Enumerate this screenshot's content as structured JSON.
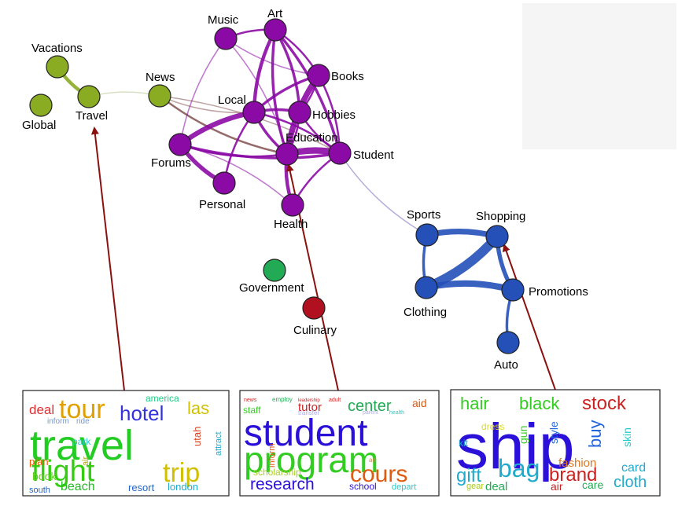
{
  "nodes": [
    {
      "id": "vacations",
      "label": "Vacations",
      "color": "#8aac22"
    },
    {
      "id": "global",
      "label": "Global",
      "color": "#8aac22"
    },
    {
      "id": "travel",
      "label": "Travel",
      "color": "#8aac22"
    },
    {
      "id": "news",
      "label": "News",
      "color": "#8aac22"
    },
    {
      "id": "music",
      "label": "Music",
      "color": "#8b0aa5"
    },
    {
      "id": "art",
      "label": "Art",
      "color": "#8b0aa5"
    },
    {
      "id": "books",
      "label": "Books",
      "color": "#8b0aa5"
    },
    {
      "id": "local",
      "label": "Local",
      "color": "#8b0aa5"
    },
    {
      "id": "hobbies",
      "label": "Hobbies",
      "color": "#8b0aa5"
    },
    {
      "id": "education",
      "label": "Education",
      "color": "#8b0aa5"
    },
    {
      "id": "student",
      "label": "Student",
      "color": "#8b0aa5"
    },
    {
      "id": "forums",
      "label": "Forums",
      "color": "#8b0aa5"
    },
    {
      "id": "personal",
      "label": "Personal",
      "color": "#8b0aa5"
    },
    {
      "id": "health",
      "label": "Health",
      "color": "#8b0aa5"
    },
    {
      "id": "government",
      "label": "Government",
      "color": "#22aa55"
    },
    {
      "id": "culinary",
      "label": "Culinary",
      "color": "#b01020"
    },
    {
      "id": "sports",
      "label": "Sports",
      "color": "#2450b8"
    },
    {
      "id": "shopping",
      "label": "Shopping",
      "color": "#2450b8"
    },
    {
      "id": "clothing",
      "label": "Clothing",
      "color": "#2450b8"
    },
    {
      "id": "promotions",
      "label": "Promotions",
      "color": "#2450b8"
    },
    {
      "id": "auto",
      "label": "Auto",
      "color": "#2450b8"
    }
  ],
  "edges": [
    {
      "source": "vacations",
      "target": "travel",
      "weight": 4
    },
    {
      "source": "travel",
      "target": "news",
      "weight": 1
    },
    {
      "source": "news",
      "target": "education",
      "weight": 2
    },
    {
      "source": "news",
      "target": "student",
      "weight": 1
    },
    {
      "source": "news",
      "target": "local",
      "weight": 1
    },
    {
      "source": "music",
      "target": "art",
      "weight": 2
    },
    {
      "source": "music",
      "target": "books",
      "weight": 1
    },
    {
      "source": "music",
      "target": "education",
      "weight": 1
    },
    {
      "source": "music",
      "target": "forums",
      "weight": 1
    },
    {
      "source": "art",
      "target": "books",
      "weight": 2
    },
    {
      "source": "art",
      "target": "local",
      "weight": 4
    },
    {
      "source": "art",
      "target": "hobbies",
      "weight": 3
    },
    {
      "source": "art",
      "target": "education",
      "weight": 3
    },
    {
      "source": "art",
      "target": "student",
      "weight": 3
    },
    {
      "source": "books",
      "target": "local",
      "weight": 3
    },
    {
      "source": "books",
      "target": "hobbies",
      "weight": 2
    },
    {
      "source": "books",
      "target": "education",
      "weight": 7
    },
    {
      "source": "books",
      "target": "student",
      "weight": 2
    },
    {
      "source": "local",
      "target": "forums",
      "weight": 6
    },
    {
      "source": "local",
      "target": "hobbies",
      "weight": 3
    },
    {
      "source": "local",
      "target": "education",
      "weight": 3
    },
    {
      "source": "local",
      "target": "student",
      "weight": 2
    },
    {
      "source": "local",
      "target": "personal",
      "weight": 2
    },
    {
      "source": "hobbies",
      "target": "education",
      "weight": 2
    },
    {
      "source": "hobbies",
      "target": "student",
      "weight": 2
    },
    {
      "source": "education",
      "target": "student",
      "weight": 8
    },
    {
      "source": "education",
      "target": "health",
      "weight": 4
    },
    {
      "source": "education",
      "target": "forums",
      "weight": 2
    },
    {
      "source": "student",
      "target": "health",
      "weight": 2
    },
    {
      "source": "student",
      "target": "forums",
      "weight": 3
    },
    {
      "source": "forums",
      "target": "personal",
      "weight": 5
    },
    {
      "source": "forums",
      "target": "health",
      "weight": 1
    },
    {
      "source": "student",
      "target": "sports",
      "weight": 1
    },
    {
      "source": "sports",
      "target": "shopping",
      "weight": 7
    },
    {
      "source": "sports",
      "target": "clothing",
      "weight": 3
    },
    {
      "source": "shopping",
      "target": "clothing",
      "weight": 12
    },
    {
      "source": "shopping",
      "target": "promotions",
      "weight": 5
    },
    {
      "source": "clothing",
      "target": "promotions",
      "weight": 8
    },
    {
      "source": "promotions",
      "target": "auto",
      "weight": 3
    }
  ],
  "callouts": [
    {
      "from": "wordcloud-travel",
      "to": "travel"
    },
    {
      "from": "wordcloud-education",
      "to": "education"
    },
    {
      "from": "wordcloud-shopping",
      "to": "shopping"
    }
  ],
  "wordclouds": [
    {
      "id": "wordcloud-travel",
      "words": [
        {
          "text": "travel",
          "color": "#22cc22"
        },
        {
          "text": "flight",
          "color": "#33cc11"
        },
        {
          "text": "tour",
          "color": "#e0a000"
        },
        {
          "text": "hotel",
          "color": "#3333dd"
        },
        {
          "text": "trip",
          "color": "#d0c000"
        },
        {
          "text": "las",
          "color": "#d0c000"
        },
        {
          "text": "deal",
          "color": "#e03030"
        },
        {
          "text": "america",
          "color": "#22cc88"
        },
        {
          "text": "inform",
          "color": "#7799cc"
        },
        {
          "text": "ride",
          "color": "#7799cc"
        },
        {
          "text": "park",
          "color": "#22cccc"
        },
        {
          "text": "utah",
          "color": "#dd4422"
        },
        {
          "text": "attract",
          "color": "#22aacc"
        },
        {
          "text": "plan",
          "color": "#ee5500"
        },
        {
          "text": "air",
          "color": "#aaaa22"
        },
        {
          "text": "book",
          "color": "#66cc22"
        },
        {
          "text": "beach",
          "color": "#22bb22"
        },
        {
          "text": "resort",
          "color": "#2266cc"
        },
        {
          "text": "london",
          "color": "#22aacc"
        },
        {
          "text": "south",
          "color": "#2266cc"
        }
      ]
    },
    {
      "id": "wordcloud-education",
      "words": [
        {
          "text": "student",
          "color": "#2a10d8"
        },
        {
          "text": "program",
          "color": "#33cc22"
        },
        {
          "text": "cours",
          "color": "#e05a10"
        },
        {
          "text": "research",
          "color": "#2a10d8"
        },
        {
          "text": "center",
          "color": "#22aa55"
        },
        {
          "text": "aid",
          "color": "#e05a10"
        },
        {
          "text": "tutor",
          "color": "#cc2222"
        },
        {
          "text": "staff",
          "color": "#33cc22"
        },
        {
          "text": "news",
          "color": "#cc2222"
        },
        {
          "text": "employ",
          "color": "#22aa55"
        },
        {
          "text": "leadership",
          "color": "#cc2222"
        },
        {
          "text": "adult",
          "color": "#cc2222"
        },
        {
          "text": "transfer",
          "color": "#aaaaee"
        },
        {
          "text": "parent",
          "color": "#aaaaee"
        },
        {
          "text": "health",
          "color": "#22cccc"
        },
        {
          "text": "inform",
          "color": "#e05a10"
        },
        {
          "text": "art",
          "color": "#cc8855"
        },
        {
          "text": "scholarship",
          "color": "#aacc22"
        },
        {
          "text": "school",
          "color": "#2a10d8"
        },
        {
          "text": "depart",
          "color": "#22cccc"
        }
      ]
    },
    {
      "id": "wordcloud-shopping",
      "words": [
        {
          "text": "ship",
          "color": "#2a10d8"
        },
        {
          "text": "bag",
          "color": "#22aacc"
        },
        {
          "text": "brand",
          "color": "#cc2222"
        },
        {
          "text": "hair",
          "color": "#33cc22"
        },
        {
          "text": "black",
          "color": "#33cc22"
        },
        {
          "text": "stock",
          "color": "#cc2222"
        },
        {
          "text": "buy",
          "color": "#2266dd"
        },
        {
          "text": "style",
          "color": "#2266dd"
        },
        {
          "text": "skin",
          "color": "#22cccc"
        },
        {
          "text": "card",
          "color": "#22aacc"
        },
        {
          "text": "cloth",
          "color": "#22aacc"
        },
        {
          "text": "gift",
          "color": "#22aacc"
        },
        {
          "text": "dress",
          "color": "#dddd22"
        },
        {
          "text": "gun",
          "color": "#33cc22"
        },
        {
          "text": "kit",
          "color": "#22aacc"
        },
        {
          "text": "fashion",
          "color": "#dd7722"
        },
        {
          "text": "deal",
          "color": "#22aa55"
        },
        {
          "text": "gear",
          "color": "#aacc22"
        },
        {
          "text": "air",
          "color": "#cc2222"
        },
        {
          "text": "care",
          "color": "#22aa55"
        }
      ]
    }
  ]
}
